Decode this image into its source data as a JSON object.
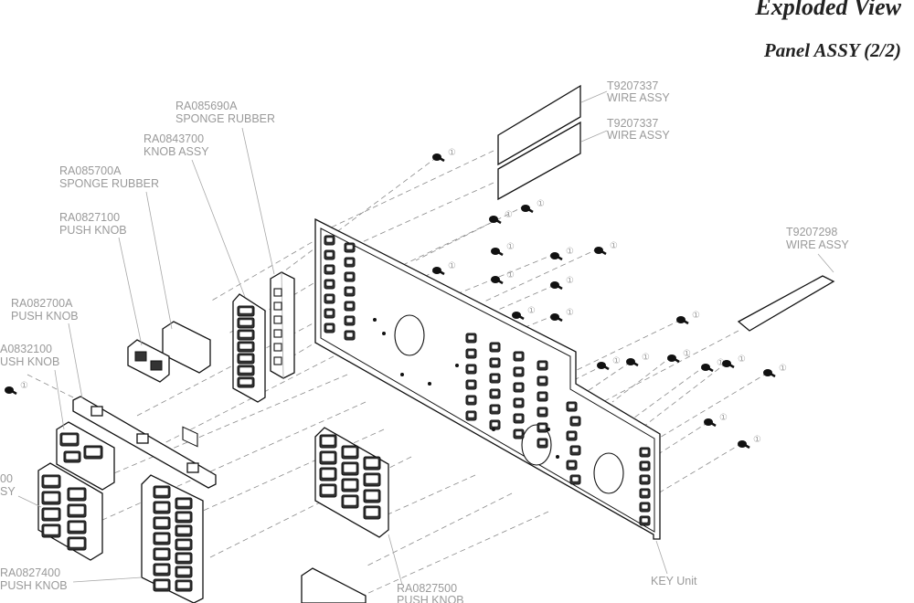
{
  "header": {
    "title": "Exploded View",
    "subtitle": "Panel ASSY (2/2)"
  },
  "callout_marker": "①",
  "labels": [
    {
      "id": "wire-assy-1",
      "part_no": "T9207337",
      "name": "WIRE ASSY"
    },
    {
      "id": "wire-assy-2",
      "part_no": "T9207337",
      "name": "WIRE ASSY"
    },
    {
      "id": "wire-assy-3",
      "part_no": "T9207298",
      "name": "WIRE ASSY"
    },
    {
      "id": "sponge-rubber-1",
      "part_no": "RA085690A",
      "name": "SPONGE RUBBER"
    },
    {
      "id": "knob-assy-1",
      "part_no": "RA0843700",
      "name": "KNOB ASSY"
    },
    {
      "id": "sponge-rubber-2",
      "part_no": "RA085700A",
      "name": "SPONGE RUBBER"
    },
    {
      "id": "push-knob-1",
      "part_no": "RA0827100",
      "name": "PUSH KNOB"
    },
    {
      "id": "push-knob-2",
      "part_no": "RA082700A",
      "name": "PUSH KNOB"
    },
    {
      "id": "push-knob-3",
      "part_no": "A0832100",
      "name": "USH KNOB"
    },
    {
      "id": "assy-clipped",
      "part_no": "00",
      "name": "SY"
    },
    {
      "id": "push-knob-4",
      "part_no": "RA0827400",
      "name": "PUSH KNOB"
    },
    {
      "id": "push-knob-5",
      "part_no": "RA0827500",
      "name": "PUSH KNOB"
    },
    {
      "id": "key-unit",
      "part_no": "",
      "name": "KEY Unit"
    }
  ]
}
